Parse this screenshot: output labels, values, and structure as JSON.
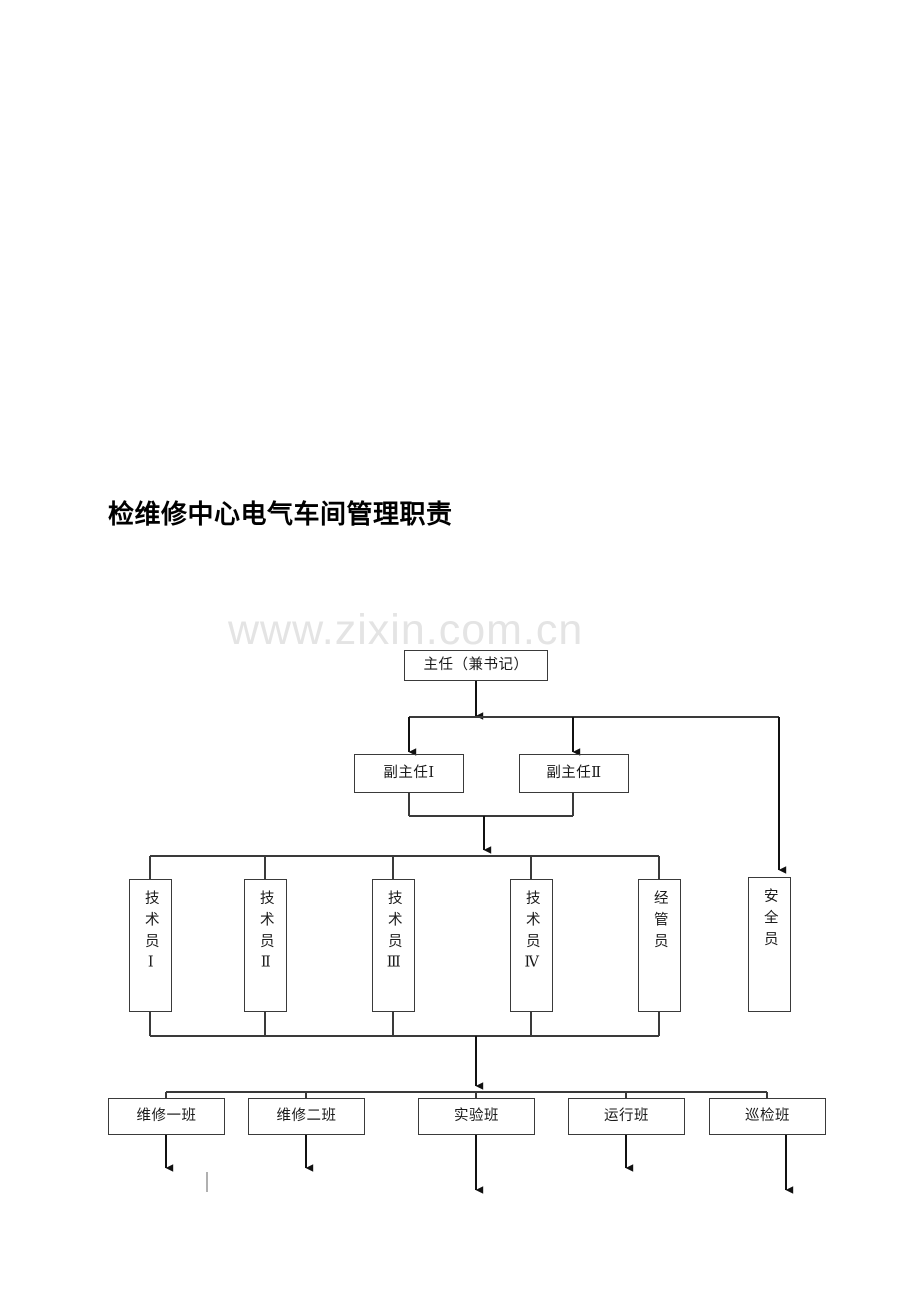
{
  "document": {
    "title": "检维修中心电气车间管理职责",
    "watermark": "www.zixin.com.cn"
  },
  "chart_data": {
    "type": "diagram",
    "title": "检维修中心电气车间管理职责",
    "diagram_kind": "organizational-chart",
    "orientation": "top-down",
    "levels": [
      {
        "level": 1,
        "nodes": [
          {
            "id": "director",
            "label": "主任（兼书记）",
            "text_direction": "horizontal"
          }
        ]
      },
      {
        "level": 2,
        "nodes": [
          {
            "id": "deputy1",
            "label": "副主任Ⅰ",
            "text_direction": "horizontal"
          },
          {
            "id": "deputy2",
            "label": "副主任Ⅱ",
            "text_direction": "horizontal"
          }
        ]
      },
      {
        "level": 3,
        "nodes": [
          {
            "id": "tech1",
            "label": "技术员Ⅰ",
            "text_direction": "vertical"
          },
          {
            "id": "tech2",
            "label": "技术员Ⅱ",
            "text_direction": "vertical"
          },
          {
            "id": "tech3",
            "label": "技术员Ⅲ",
            "text_direction": "vertical"
          },
          {
            "id": "tech4",
            "label": "技术员Ⅳ",
            "text_direction": "vertical"
          },
          {
            "id": "manager",
            "label": "经管员",
            "text_direction": "vertical"
          },
          {
            "id": "safety",
            "label": "安全员",
            "text_direction": "vertical"
          }
        ]
      },
      {
        "level": 4,
        "nodes": [
          {
            "id": "team1",
            "label": "维修一班",
            "text_direction": "horizontal"
          },
          {
            "id": "team2",
            "label": "维修二班",
            "text_direction": "horizontal"
          },
          {
            "id": "team3",
            "label": "实验班",
            "text_direction": "horizontal"
          },
          {
            "id": "team4",
            "label": "运行班",
            "text_direction": "horizontal"
          },
          {
            "id": "team5",
            "label": "巡检班",
            "text_direction": "horizontal"
          }
        ]
      }
    ],
    "edges": [
      {
        "from": "director",
        "to": "deputy1",
        "arrow": true
      },
      {
        "from": "director",
        "to": "deputy2",
        "arrow": true
      },
      {
        "from": "director",
        "to": "safety",
        "arrow": true
      },
      {
        "from": "deputy1",
        "to": "tech1",
        "arrow": false
      },
      {
        "from": "deputy1",
        "to": "tech2",
        "arrow": false
      },
      {
        "from": "deputy1",
        "to": "tech3",
        "arrow": false
      },
      {
        "from": "deputy1",
        "to": "tech4",
        "arrow": false
      },
      {
        "from": "deputy1",
        "to": "manager",
        "arrow": false
      },
      {
        "from": "deputy2",
        "to": "tech1",
        "arrow": false
      },
      {
        "from": "deputy2",
        "to": "tech2",
        "arrow": false
      },
      {
        "from": "deputy2",
        "to": "tech3",
        "arrow": false
      },
      {
        "from": "deputy2",
        "to": "tech4",
        "arrow": false
      },
      {
        "from": "deputy2",
        "to": "manager",
        "arrow": false
      },
      {
        "from": "tech1",
        "to": "team1",
        "arrow": false
      },
      {
        "from": "tech1",
        "to": "team2",
        "arrow": false
      },
      {
        "from": "tech1",
        "to": "team3",
        "arrow": false
      },
      {
        "from": "tech1",
        "to": "team4",
        "arrow": false
      },
      {
        "from": "tech1",
        "to": "team5",
        "arrow": false
      }
    ],
    "terminal_arrows": [
      {
        "from": "team1"
      },
      {
        "from": "team2"
      },
      {
        "from": "team3"
      },
      {
        "from": "team4"
      },
      {
        "from": "team5"
      }
    ],
    "line_color": "#3a3a3a",
    "box_border_color": "#3a3a3a",
    "background": "#ffffff"
  },
  "nodes": {
    "director": "主任（兼书记）",
    "deputy1": "副主任Ⅰ",
    "deputy2": "副主任Ⅱ",
    "tech1": "技术员Ⅰ",
    "tech2": "技术员Ⅱ",
    "tech3": "技术员Ⅲ",
    "tech4": "技术员Ⅳ",
    "manager": "经管员",
    "safety": "安全员",
    "team1": "维修一班",
    "team2": "维修二班",
    "team3": "实验班",
    "team4": "运行班",
    "team5": "巡检班"
  }
}
